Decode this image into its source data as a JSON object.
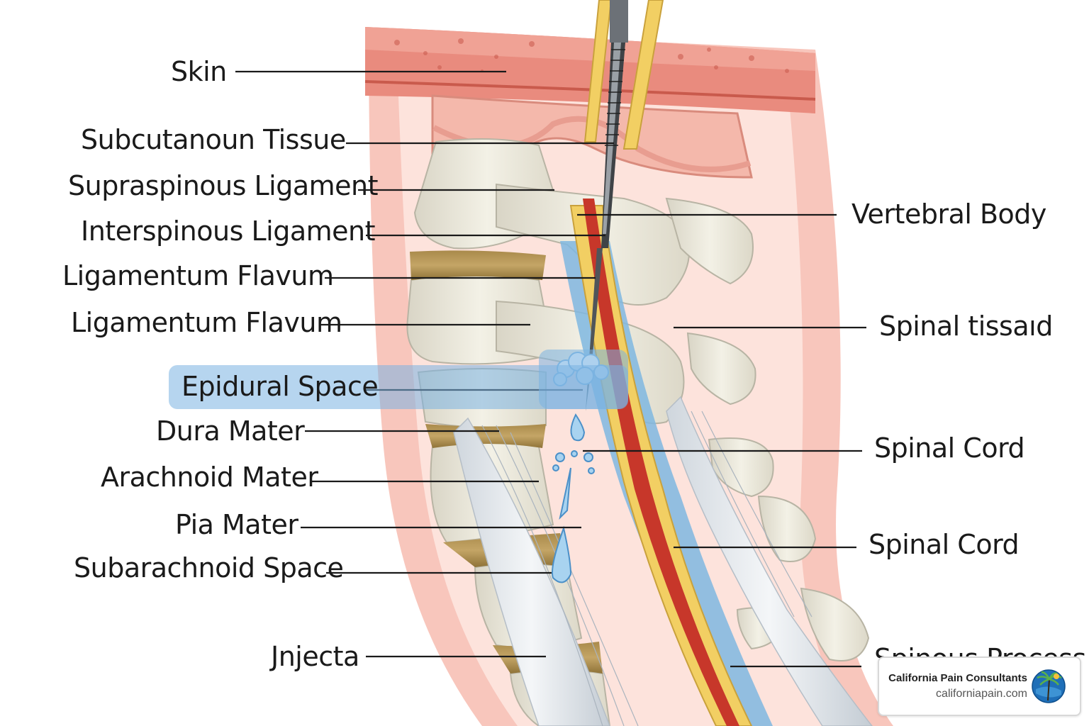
{
  "labels_left": [
    {
      "id": "skin",
      "text": "Skin"
    },
    {
      "id": "subcutaneous",
      "text": "Subcutanoun Tissue"
    },
    {
      "id": "supraspinous",
      "text": "Supraspinous Ligament"
    },
    {
      "id": "interspinous",
      "text": "Interspinous Ligament"
    },
    {
      "id": "flavum1",
      "text": "Ligamentum Flavum"
    },
    {
      "id": "flavum2",
      "text": "Ligamentum Flavum"
    },
    {
      "id": "epidural",
      "text": "Epidural Space"
    },
    {
      "id": "dura",
      "text": "Dura Mater"
    },
    {
      "id": "arachnoid",
      "text": "Arachnoid Mater"
    },
    {
      "id": "pia",
      "text": "Pia Mater"
    },
    {
      "id": "subarachnoid",
      "text": "Subarachnoid Space"
    },
    {
      "id": "injecta",
      "text": "Jnjecta"
    }
  ],
  "labels_right": [
    {
      "id": "vertebral",
      "text": "Vertebral Body"
    },
    {
      "id": "tissaid",
      "text": "Spinal tissaıd"
    },
    {
      "id": "cord1",
      "text": "Spinal Cord"
    },
    {
      "id": "cord2",
      "text": "Spinal Cord"
    },
    {
      "id": "spinous",
      "text": "Spinous Process"
    }
  ],
  "highlight_label": "Epidural Space",
  "badge": {
    "name": "California Pain Consultants",
    "url": "californiapain.com"
  },
  "colors": {
    "skin": "#e88578",
    "bone": "#efece0",
    "cord_red": "#c7372a",
    "cord_yellow": "#f2cf63",
    "csf_blue": "#7fb7e0",
    "highlight": "#7ab2e2"
  }
}
